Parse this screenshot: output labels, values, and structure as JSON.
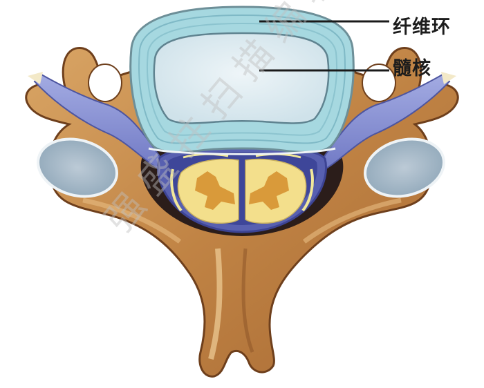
{
  "figure": {
    "subject": "cervical vertebra cross-section",
    "labels": [
      {
        "id": "annulus",
        "text": "纤维环"
      },
      {
        "id": "nucleus",
        "text": "髓核"
      }
    ],
    "watermark": "强盛拄扫描编辑"
  },
  "colors": {
    "bone": "#c98d4c",
    "bone_light": "#e2b67a",
    "bone_outline": "#6e3f1c",
    "annulus": "#9fd3dc",
    "annulus_ring": "#7fb9c6",
    "nucleus": "#dbe9ef",
    "nerve_root": "#8a93d4",
    "dura": "#5c63b3",
    "cord_white": "#f3df8c",
    "cord_gray": "#d99a3a",
    "facet": "#9fb6c6",
    "label_text": "#1c1c1c"
  }
}
